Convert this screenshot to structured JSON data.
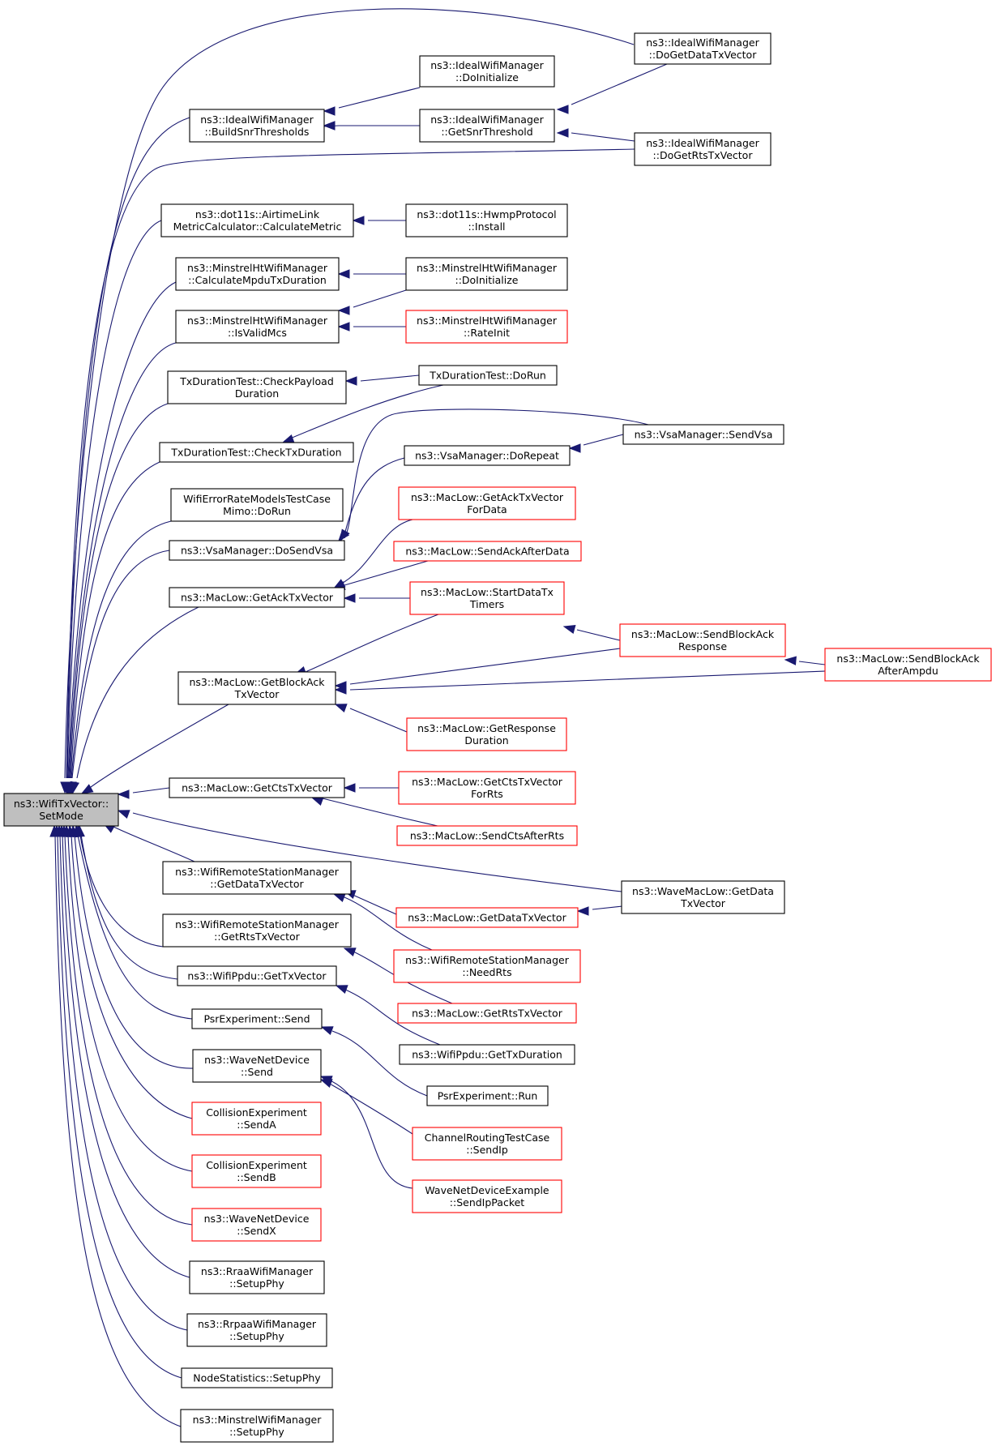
{
  "colors": {
    "edge": "#191970",
    "black_border": "#000000",
    "red_border": "#ff0000",
    "root_fill": "#bfbfbf"
  },
  "nodes": [
    {
      "id": "root",
      "lines": [
        "ns3::WifiTxVector::",
        "SetMode"
      ],
      "color": "root"
    },
    {
      "id": "ideal-buildsnr",
      "lines": [
        "ns3::IdealWifiManager",
        "::BuildSnrThresholds"
      ],
      "color": "black"
    },
    {
      "id": "ideal-doinit",
      "lines": [
        "ns3::IdealWifiManager",
        "::DoInitialize"
      ],
      "color": "black"
    },
    {
      "id": "ideal-getsnr",
      "lines": [
        "ns3::IdealWifiManager",
        "::GetSnrThreshold"
      ],
      "color": "black"
    },
    {
      "id": "ideal-dogetdata",
      "lines": [
        "ns3::IdealWifiManager",
        "::DoGetDataTxVector"
      ],
      "color": "black"
    },
    {
      "id": "ideal-dogetrts",
      "lines": [
        "ns3::IdealWifiManager",
        "::DoGetRtsTxVector"
      ],
      "color": "black"
    },
    {
      "id": "dot11s-calc",
      "lines": [
        "ns3::dot11s::AirtimeLink",
        "MetricCalculator::CalculateMetric"
      ],
      "color": "black"
    },
    {
      "id": "dot11s-install",
      "lines": [
        "ns3::dot11s::HwmpProtocol",
        "::Install"
      ],
      "color": "black"
    },
    {
      "id": "minht-calcmpdu",
      "lines": [
        "ns3::MinstrelHtWifiManager",
        "::CalculateMpduTxDuration"
      ],
      "color": "black"
    },
    {
      "id": "minht-doinit",
      "lines": [
        "ns3::MinstrelHtWifiManager",
        "::DoInitialize"
      ],
      "color": "black"
    },
    {
      "id": "minht-isvalid",
      "lines": [
        "ns3::MinstrelHtWifiManager",
        "::IsValidMcs"
      ],
      "color": "black"
    },
    {
      "id": "minht-rateinit",
      "lines": [
        "ns3::MinstrelHtWifiManager",
        "::RateInit"
      ],
      "color": "red"
    },
    {
      "id": "txdur-checkpayload",
      "lines": [
        "TxDurationTest::CheckPayload",
        "Duration"
      ],
      "color": "black"
    },
    {
      "id": "txdur-dorun",
      "lines": [
        "TxDurationTest::DoRun"
      ],
      "color": "black"
    },
    {
      "id": "txdur-checktx",
      "lines": [
        "TxDurationTest::CheckTxDuration"
      ],
      "color": "black"
    },
    {
      "id": "vsa-sendvsa",
      "lines": [
        "ns3::VsaManager::SendVsa"
      ],
      "color": "black"
    },
    {
      "id": "vsa-dorepeat",
      "lines": [
        "ns3::VsaManager::DoRepeat"
      ],
      "color": "black"
    },
    {
      "id": "wifierr-dorun",
      "lines": [
        "WifiErrorRateModelsTestCase",
        "Mimo::DoRun"
      ],
      "color": "black"
    },
    {
      "id": "vsa-dosendvsa",
      "lines": [
        "ns3::VsaManager::DoSendVsa"
      ],
      "color": "black"
    },
    {
      "id": "maclow-getackfordata",
      "lines": [
        "ns3::MacLow::GetAckTxVector",
        "ForData"
      ],
      "color": "red"
    },
    {
      "id": "maclow-sendackafterdata",
      "lines": [
        "ns3::MacLow::SendAckAfterData"
      ],
      "color": "red"
    },
    {
      "id": "maclow-getack",
      "lines": [
        "ns3::MacLow::GetAckTxVector"
      ],
      "color": "black"
    },
    {
      "id": "maclow-startdatatx",
      "lines": [
        "ns3::MacLow::StartDataTx",
        "Timers"
      ],
      "color": "red"
    },
    {
      "id": "maclow-sendblockackresp",
      "lines": [
        "ns3::MacLow::SendBlockAck",
        "Response"
      ],
      "color": "red"
    },
    {
      "id": "maclow-sendblockackafterampdu",
      "lines": [
        "ns3::MacLow::SendBlockAck",
        "AfterAmpdu"
      ],
      "color": "red"
    },
    {
      "id": "maclow-getblockack",
      "lines": [
        "ns3::MacLow::GetBlockAck",
        "TxVector"
      ],
      "color": "black"
    },
    {
      "id": "maclow-getresponse",
      "lines": [
        "ns3::MacLow::GetResponse",
        "Duration"
      ],
      "color": "red"
    },
    {
      "id": "maclow-getcts",
      "lines": [
        "ns3::MacLow::GetCtsTxVector"
      ],
      "color": "black"
    },
    {
      "id": "maclow-getctsforrts",
      "lines": [
        "ns3::MacLow::GetCtsTxVector",
        "ForRts"
      ],
      "color": "red"
    },
    {
      "id": "maclow-sendctsafterrts",
      "lines": [
        "ns3::MacLow::SendCtsAfterRts"
      ],
      "color": "red"
    },
    {
      "id": "wrsm-getdata",
      "lines": [
        "ns3::WifiRemoteStationManager",
        "::GetDataTxVector"
      ],
      "color": "black"
    },
    {
      "id": "wavemaclow-getdata",
      "lines": [
        "ns3::WaveMacLow::GetData",
        "TxVector"
      ],
      "color": "black"
    },
    {
      "id": "maclow-getdata",
      "lines": [
        "ns3::MacLow::GetDataTxVector"
      ],
      "color": "red"
    },
    {
      "id": "wrsm-getrts",
      "lines": [
        "ns3::WifiRemoteStationManager",
        "::GetRtsTxVector"
      ],
      "color": "black"
    },
    {
      "id": "wrsm-needrts",
      "lines": [
        "ns3::WifiRemoteStationManager",
        "::NeedRts"
      ],
      "color": "red"
    },
    {
      "id": "wifippdu-gettx",
      "lines": [
        "ns3::WifiPpdu::GetTxVector"
      ],
      "color": "black"
    },
    {
      "id": "maclow-getrts",
      "lines": [
        "ns3::MacLow::GetRtsTxVector"
      ],
      "color": "red"
    },
    {
      "id": "psr-send",
      "lines": [
        "PsrExperiment::Send"
      ],
      "color": "black"
    },
    {
      "id": "wifippdu-gettxdur",
      "lines": [
        "ns3::WifiPpdu::GetTxDuration"
      ],
      "color": "black"
    },
    {
      "id": "wavenet-send",
      "lines": [
        "ns3::WaveNetDevice",
        "::Send"
      ],
      "color": "black"
    },
    {
      "id": "psr-run",
      "lines": [
        "PsrExperiment::Run"
      ],
      "color": "black"
    },
    {
      "id": "collision-senda",
      "lines": [
        "CollisionExperiment",
        "::SendA"
      ],
      "color": "red"
    },
    {
      "id": "channelrouting-sendip",
      "lines": [
        "ChannelRoutingTestCase",
        "::SendIp"
      ],
      "color": "red"
    },
    {
      "id": "collision-sendb",
      "lines": [
        "CollisionExperiment",
        "::SendB"
      ],
      "color": "red"
    },
    {
      "id": "wavenetexample-sendippacket",
      "lines": [
        "WaveNetDeviceExample",
        "::SendIpPacket"
      ],
      "color": "red"
    },
    {
      "id": "wavenet-sendx",
      "lines": [
        "ns3::WaveNetDevice",
        "::SendX"
      ],
      "color": "red"
    },
    {
      "id": "rraa-setupphy",
      "lines": [
        "ns3::RraaWifiManager",
        "::SetupPhy"
      ],
      "color": "black"
    },
    {
      "id": "rrpaa-setupphy",
      "lines": [
        "ns3::RrpaaWifiManager",
        "::SetupPhy"
      ],
      "color": "black"
    },
    {
      "id": "nodestats-setupphy",
      "lines": [
        "NodeStatistics::SetupPhy"
      ],
      "color": "black"
    },
    {
      "id": "minstrel-setupphy",
      "lines": [
        "ns3::MinstrelWifiManager",
        "::SetupPhy"
      ],
      "color": "black"
    }
  ]
}
